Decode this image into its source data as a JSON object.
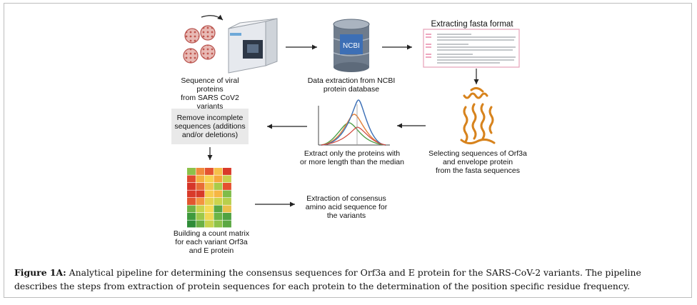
{
  "steps": {
    "viral": "Sequence of viral proteins\nfrom SARS CoV2 variants",
    "ncbi": "Data extraction from NCBI\nprotein database",
    "ncbi_logo": "NCBI",
    "fasta_title": "Extracting fasta format",
    "select": "Selecting sequences of Orf3a\nand envelope protein\nfrom the fasta sequences",
    "extract": "Extract only the proteins with\nor more length than the median",
    "remove": "Remove incomplete\nsequences (additions\nand/or deletions)",
    "matrix": "Building a count matrix\nfor each variant Orf3a\nand E protein",
    "consensus": "Extraction of consensus\namino acid sequence for\nthe variants"
  },
  "caption": {
    "label": "Figure 1A:",
    "text": " Analytical pipeline for determining the consensus sequences for Orf3a and E protein for the SARS-CoV-2 variants. The pipeline describes the steps from extraction of protein sequences for each protein to the determination of the position specific residue frequency."
  },
  "heatmap": [
    [
      "#8cc14a",
      "#f08a3c",
      "#e45331",
      "#f6c04a",
      "#d93a2a"
    ],
    [
      "#e04a2f",
      "#f4b13f",
      "#f7d24f",
      "#f6a83d",
      "#c8d04c"
    ],
    [
      "#d63529",
      "#e86c35",
      "#f2c24a",
      "#a8cb4a",
      "#e5512f"
    ],
    [
      "#d93a2a",
      "#d73a29",
      "#f7cb4d",
      "#f6b644",
      "#7fbc49"
    ],
    [
      "#e2562f",
      "#f39540",
      "#e6d24f",
      "#cdd44c",
      "#b7cf4c"
    ],
    [
      "#6fb245",
      "#c7d44c",
      "#f7da55",
      "#58a744",
      "#e9c04a"
    ],
    [
      "#3f9a3d",
      "#9ec849",
      "#f1d752",
      "#6cb446",
      "#4fa242"
    ],
    [
      "#2f8c38",
      "#6ab045",
      "#c6d34c",
      "#8ec34a",
      "#5ba843"
    ]
  ]
}
